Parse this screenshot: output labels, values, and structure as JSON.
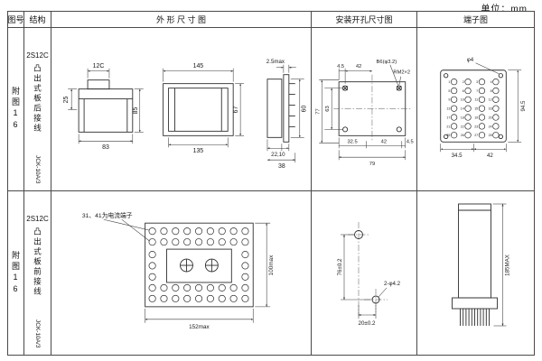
{
  "page": {
    "unit_label": "单位：mm"
  },
  "header": {
    "col_fig": "图号",
    "col_structure": "结构",
    "col_outline": "外 形 尺 寸 图",
    "col_mounting": "安装开孔尺寸图",
    "col_terminal": "端子图"
  },
  "rows": [
    {
      "fig_no": "附图16",
      "structure": {
        "model": "2S12C",
        "desc": "凸出式板后接线",
        "sub": "JCK-10A/3"
      },
      "outline": {
        "dim_step_width": "12C",
        "dim_left_height": "25",
        "dim_base_width": "83",
        "dim_total_height": "85",
        "dim_front_width": "145",
        "dim_front_inner_width": "135",
        "dim_front_height": "67",
        "dim_flange_thickness": "2.5max",
        "dim_side_height": "60",
        "dim_side_depth": "22,10",
        "dim_side_total_depth": "38"
      },
      "mounting": {
        "dim_corner_offset": "4.5",
        "dim_hole_spacing_top": "42",
        "note_hole": "B6(φ3.2)",
        "note_screw": "RM2×2",
        "dim_height_total": "77",
        "dim_height_holes": "63",
        "dim_bottom_1": "32.5",
        "dim_bottom_2": "42",
        "dim_bottom_3": "4.5",
        "dim_bottom_total": "79"
      },
      "terminal": {
        "note_hole": "φ4",
        "dim_bottom_1": "34.5",
        "dim_bottom_2": "42",
        "dim_right": "94.5",
        "grid": {
          "numbers": [
            "1",
            "2",
            "3",
            "4",
            "5",
            "6",
            "7",
            "8",
            "9",
            "10",
            "11",
            "12",
            "13",
            "14",
            "15",
            "16",
            "17",
            "18",
            "19",
            "20",
            "21",
            "22",
            "23",
            "24",
            "25",
            "26",
            "27",
            "28"
          ]
        }
      }
    },
    {
      "fig_no": "附图16",
      "structure": {
        "model": "2S12C",
        "desc": "凸出式板前接线",
        "sub": "JCK-10A/3"
      },
      "outline": {
        "note_current_terminals": "31、41为电流端子",
        "dim_width": "152max",
        "dim_height": "100max",
        "top_bank": {
          "count": 18
        },
        "bottom_bank": {
          "count": 18
        },
        "left_bank": {
          "count": 3
        },
        "right_bank": {
          "count": 3
        }
      },
      "mounting": {
        "dim_vertical": "76±0.2",
        "note_holes": "2-φ4.2",
        "dim_horizontal": "20±0.2"
      },
      "terminal": {
        "dim_height": "185MAX"
      }
    }
  ]
}
